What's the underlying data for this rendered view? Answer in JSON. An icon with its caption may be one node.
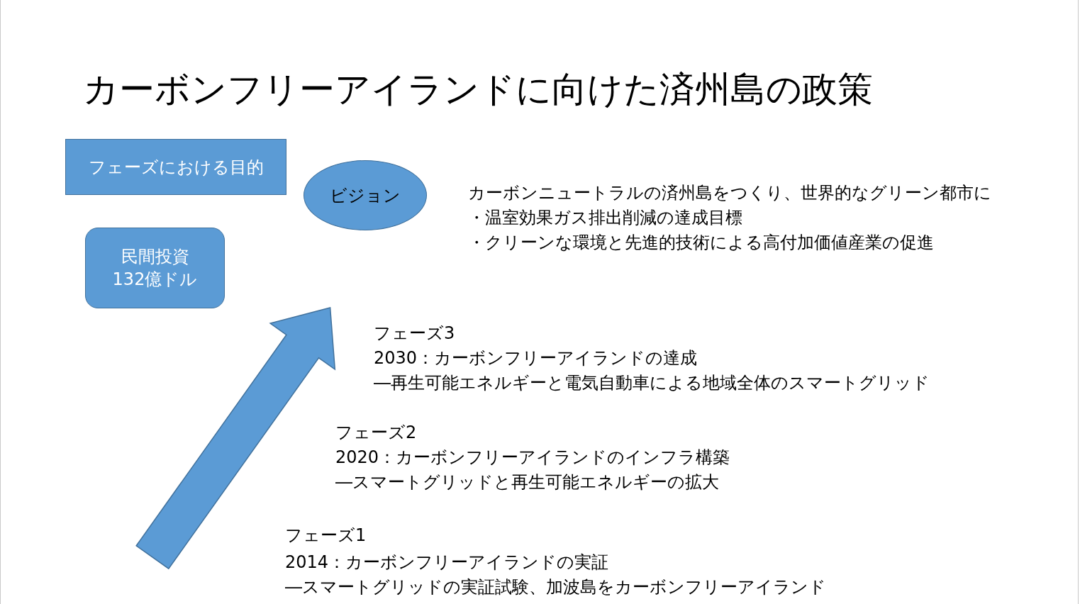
{
  "diagram": {
    "title": "カーボンフリーアイランドに向けた済州島の政策",
    "nodes": [
      {
        "text": [
          "フェーズにおける目的"
        ]
      },
      {
        "text": [
          "民間投資",
          "132億ドル"
        ]
      },
      {
        "text": [
          "ビジョン"
        ],
        "beside": [
          "カーボンニュートラルの済州島をつくり、世界的なグリーン都市に",
          "・温室効果ガス排出削減の達成目標",
          "・クリーンな環境と先進的技術による高付加価値産業の促進"
        ]
      }
    ],
    "labels": [
      "フェーズ3",
      "2030：カーボンフリーアイランドの達成",
      "―再生可能エネルギーと電気自動車による地域全体のスマートグリッド",
      "フェーズ2",
      "2020：カーボンフリーアイランドのインフラ構築",
      "―スマートグリッドと再生可能エネルギーの拡大",
      "フェーズ1",
      "2014：カーボンフリーアイランドの実証",
      "―スマートグリッドの実証試験、加波島をカーボンフリーアイランド"
    ]
  }
}
